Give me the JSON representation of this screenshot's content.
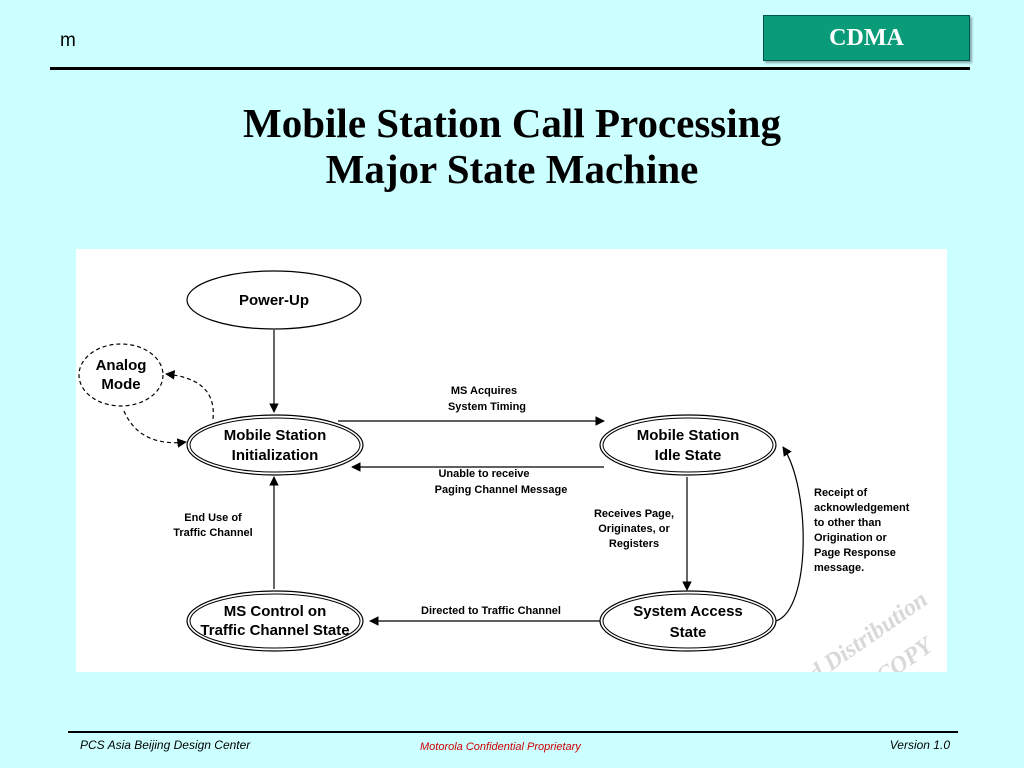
{
  "header": {
    "corner_mark": "m",
    "badge": "CDMA"
  },
  "title": {
    "line1": "Mobile Station Call Processing",
    "line2": "Major State Machine"
  },
  "diagram": {
    "states": {
      "power_up": [
        "Power-Up"
      ],
      "analog_mode": [
        "Analog",
        "Mode"
      ],
      "initialization": [
        "Mobile Station",
        "Initialization"
      ],
      "idle": [
        "Mobile Station",
        "Idle State"
      ],
      "system_access": [
        "System Access",
        "State"
      ],
      "traffic_channel": [
        "MS Control on",
        "Traffic Channel State"
      ]
    },
    "transitions": {
      "acquires_timing": [
        "MS Acquires",
        "System Timing"
      ],
      "unable_paging": [
        "Unable  to receive",
        "Paging Channel Message"
      ],
      "receives_page": [
        "Receives Page,",
        "Originates, or",
        "Registers"
      ],
      "end_traffic": [
        "End Use of",
        "Traffic Channel"
      ],
      "directed_traffic": [
        "Directed to Traffic Channel"
      ],
      "receipt_ack": [
        "Receipt of",
        "acknowledgement",
        "to other than",
        "Origination or",
        "Page Response",
        "message."
      ]
    },
    "watermark": [
      "d Distribution",
      "T COPY"
    ]
  },
  "footer": {
    "left": "PCS Asia Beijing Design Center",
    "center": "Motorola Confidential Proprietary",
    "right": "Version 1.0"
  },
  "colors": {
    "background": "#ccffff",
    "badge": "#0a9c78",
    "footer_center": "#cc0000"
  }
}
